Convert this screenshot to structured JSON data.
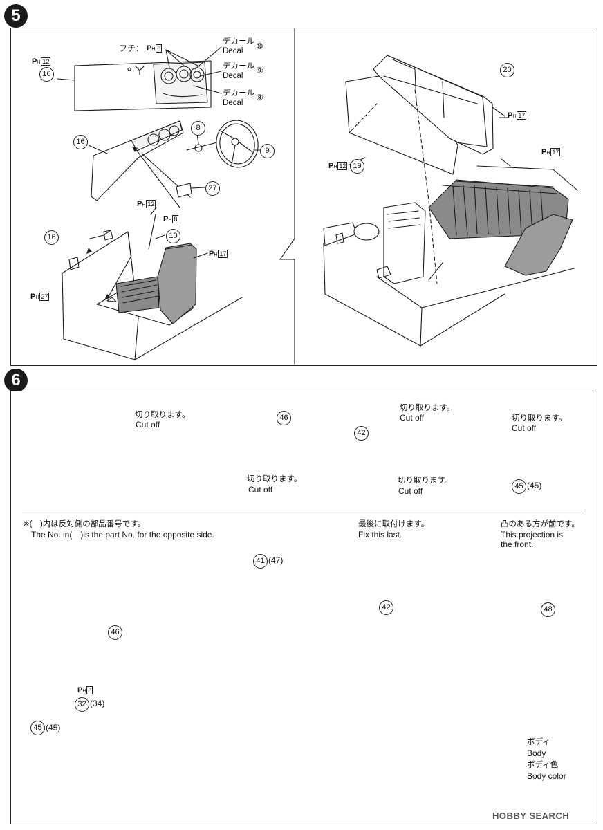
{
  "step5": {
    "badge": "5",
    "fuchi_label": "フチ：",
    "decal_jp": "デカール",
    "decal_en": "Decal",
    "parts": {
      "p16": "16",
      "p8": "8",
      "p9": "9",
      "p10": "10",
      "p27": "27",
      "p20": "20",
      "p19": "19",
      "decal10": "⑩",
      "decal9": "⑨",
      "decal8": "⑧"
    },
    "ph_prefix": "P",
    "ph_sub": "H",
    "ph_values": {
      "ph12": "12",
      "ph8": "8",
      "ph17": "17",
      "ph27": "27"
    }
  },
  "step6": {
    "badge": "6",
    "cut_off_jp": "切り取ります。",
    "cut_off_en": "Cut off",
    "parts": {
      "p46": "46",
      "p42": "42",
      "p45": "45",
      "p45b": "(45)",
      "p41": "41",
      "p47": "(47)",
      "p48": "48",
      "p32": "32",
      "p34": "(34)"
    },
    "note_jp": "※(　)内は反対側の部品番号です。",
    "note_en": "The No. in(　)is the part No. for the opposite side.",
    "fix_last_jp": "最後に取付けます。",
    "fix_last_en": "Fix this last.",
    "projection_jp": "凸のある方が前です。",
    "projection_en1": "This projection is",
    "projection_en2": "the front.",
    "body_jp": "ボディ",
    "body_en": "Body",
    "body_color_jp": "ボディ色",
    "body_color_en": "Body color",
    "ph_value": "8"
  },
  "watermark": {
    "logo": "HOBBY SEARCH"
  },
  "colors": {
    "ink": "#1a1a1a",
    "seat_shade": "#8a8a8a",
    "cushion_shade": "#9c9c9c"
  }
}
